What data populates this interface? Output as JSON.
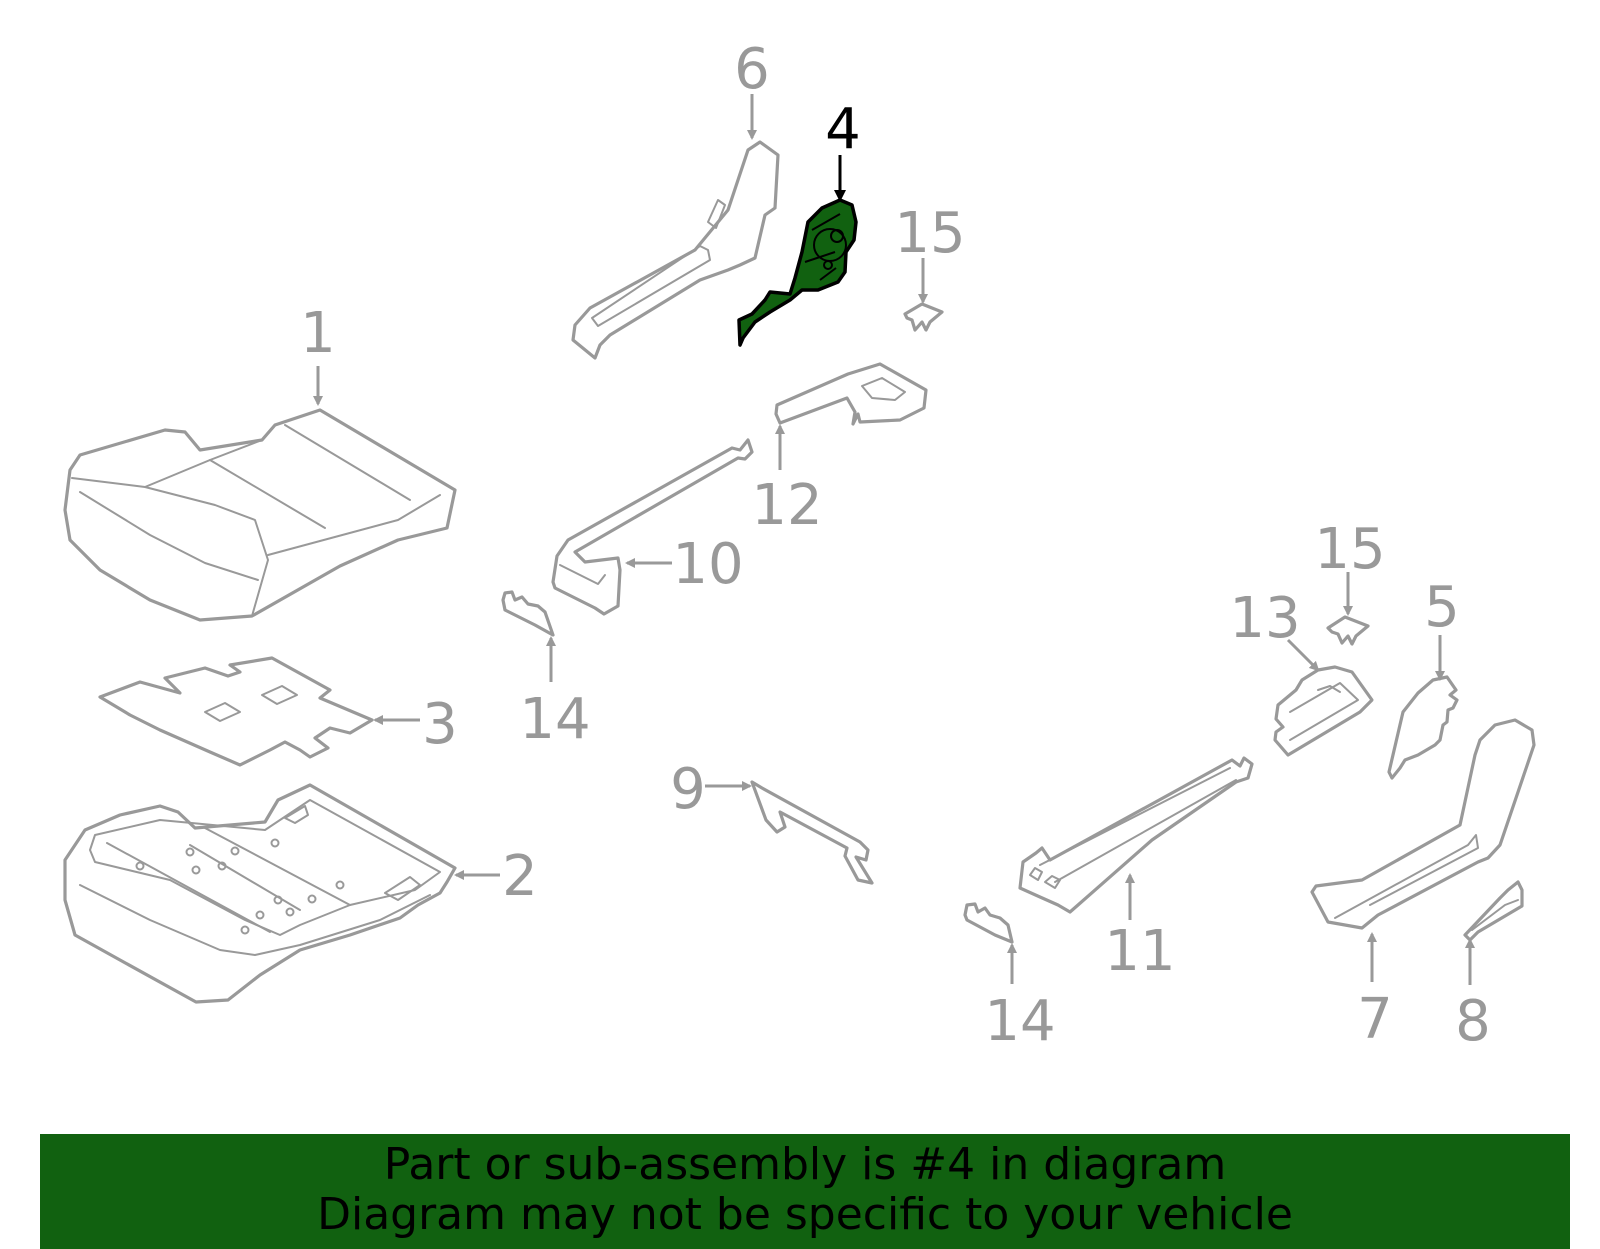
{
  "highlight_color": "#116110",
  "highlighted_part": "4",
  "callouts": {
    "c1": "1",
    "c2": "2",
    "c3": "3",
    "c4": "4",
    "c5": "5",
    "c6": "6",
    "c7": "7",
    "c8": "8",
    "c9": "9",
    "c10": "10",
    "c11": "11",
    "c12": "12",
    "c13": "13",
    "c14a": "14",
    "c14b": "14",
    "c15a": "15",
    "c15b": "15"
  },
  "footer": {
    "line1": "Part or sub-assembly is #4 in diagram",
    "line2": "Diagram may not be specific to your vehicle"
  }
}
